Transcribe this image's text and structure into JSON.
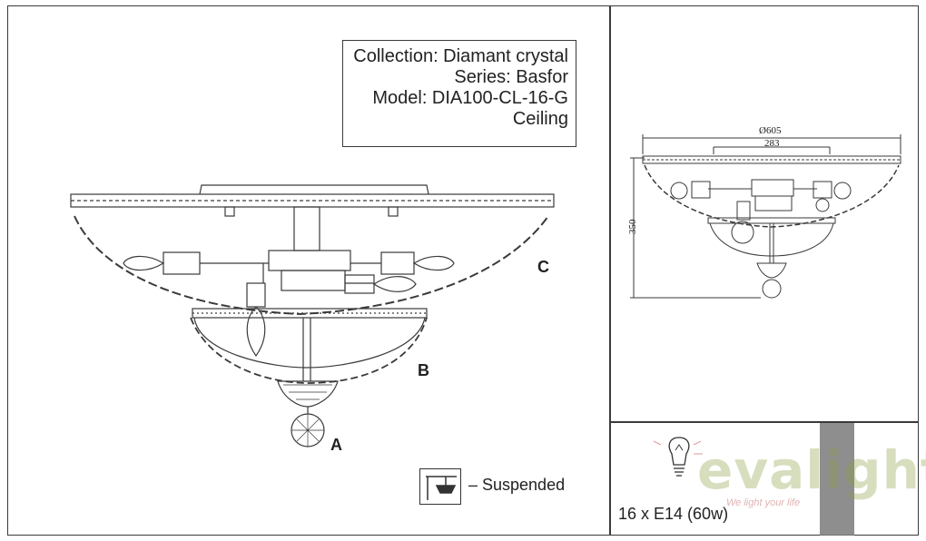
{
  "info": {
    "collection": "Collection: Diamant crystal",
    "series": "Series: Basfor",
    "model": "Model: DIA100-CL-16-G",
    "type": "Ceiling"
  },
  "labels": {
    "a": "A",
    "b": "B",
    "c": "C"
  },
  "dimensions": {
    "diameter": "Ø605",
    "inner": "283",
    "height": "350"
  },
  "mounting": {
    "label": "– Suspended"
  },
  "bulb": {
    "spec": "16 x E14 (60w)"
  },
  "logo": {
    "name": "evalight",
    "tagline": "We light your life"
  },
  "colors": {
    "line": "#3a3a3a",
    "logo": "#8ca046"
  }
}
